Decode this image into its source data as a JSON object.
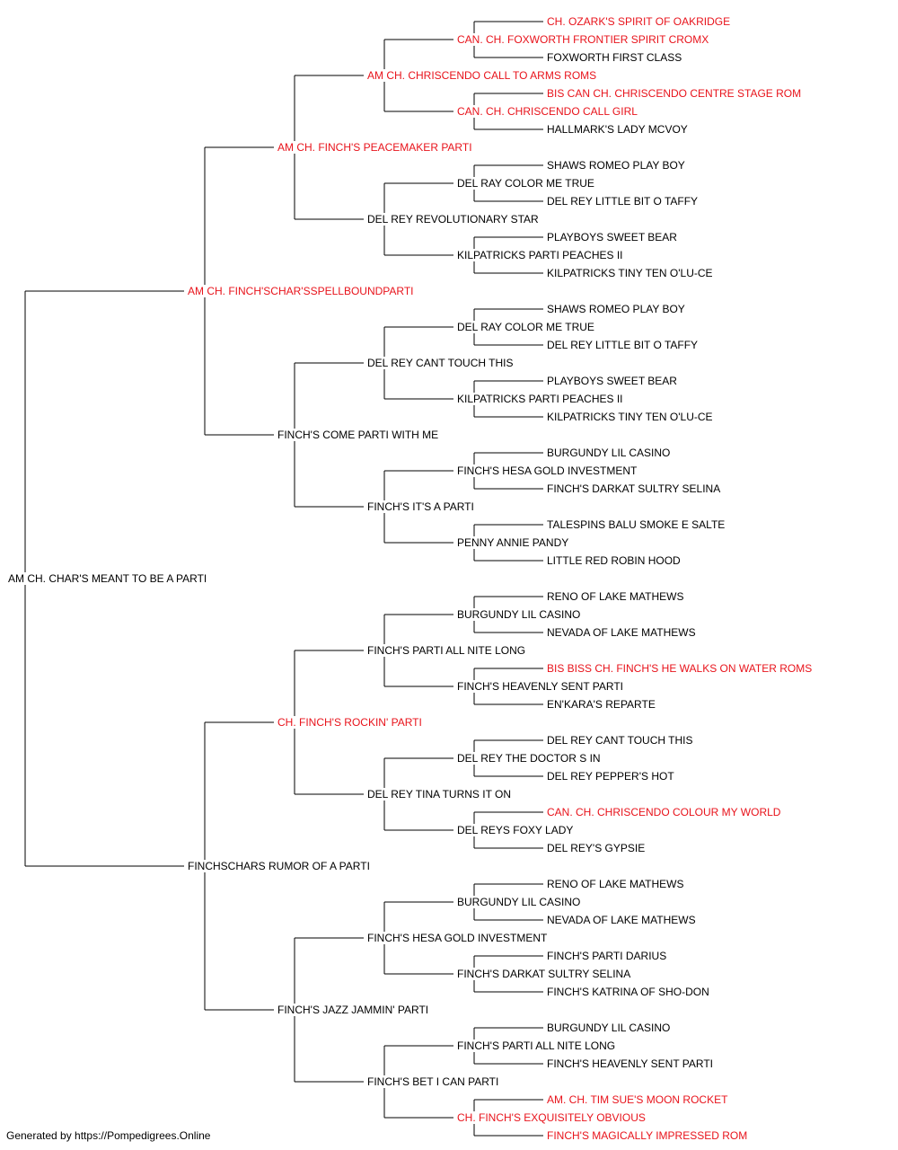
{
  "colors": {
    "champion": "#e8131b",
    "normal": "#000000",
    "lines": "#000000"
  },
  "pedigree": [
    {
      "gen": 0,
      "name": "AM CH. CHAR'S MEANT TO BE A PARTI",
      "champion": false
    },
    {
      "gen": 1,
      "name": "AM CH. FINCH'SCHAR'SSPELLBOUNDPARTI",
      "champion": true
    },
    {
      "gen": 2,
      "name": "AM CH. FINCH'S PEACEMAKER PARTI",
      "champion": true
    },
    {
      "gen": 3,
      "name": "AM CH. CHRISCENDO CALL TO ARMS ROMS",
      "champion": true
    },
    {
      "gen": 4,
      "name": "CAN. CH. FOXWORTH FRONTIER SPIRIT CROMX",
      "champion": true
    },
    {
      "gen": 5,
      "name": "CH. OZARK'S SPIRIT OF OAKRIDGE",
      "champion": true
    },
    {
      "gen": 5,
      "name": "FOXWORTH FIRST CLASS",
      "champion": false
    },
    {
      "gen": 4,
      "name": "CAN. CH. CHRISCENDO CALL GIRL",
      "champion": true
    },
    {
      "gen": 5,
      "name": "BIS CAN CH. CHRISCENDO CENTRE STAGE ROM",
      "champion": true
    },
    {
      "gen": 5,
      "name": "HALLMARK'S LADY MCVOY",
      "champion": false
    },
    {
      "gen": 3,
      "name": "DEL REY REVOLUTIONARY STAR",
      "champion": false
    },
    {
      "gen": 4,
      "name": "DEL RAY COLOR ME TRUE",
      "champion": false
    },
    {
      "gen": 5,
      "name": "SHAWS ROMEO PLAY BOY",
      "champion": false
    },
    {
      "gen": 5,
      "name": "DEL REY LITTLE BIT O TAFFY",
      "champion": false
    },
    {
      "gen": 4,
      "name": "KILPATRICKS PARTI PEACHES II",
      "champion": false
    },
    {
      "gen": 5,
      "name": "PLAYBOYS SWEET BEAR",
      "champion": false
    },
    {
      "gen": 5,
      "name": "KILPATRICKS TINY TEN O'LU-CE",
      "champion": false
    },
    {
      "gen": 2,
      "name": "FINCH'S COME PARTI WITH ME",
      "champion": false
    },
    {
      "gen": 3,
      "name": "DEL REY CANT TOUCH THIS",
      "champion": false
    },
    {
      "gen": 4,
      "name": "DEL RAY COLOR ME TRUE",
      "champion": false
    },
    {
      "gen": 5,
      "name": "SHAWS ROMEO PLAY BOY",
      "champion": false
    },
    {
      "gen": 5,
      "name": "DEL REY LITTLE BIT O TAFFY",
      "champion": false
    },
    {
      "gen": 4,
      "name": "KILPATRICKS PARTI PEACHES II",
      "champion": false
    },
    {
      "gen": 5,
      "name": "PLAYBOYS SWEET BEAR",
      "champion": false
    },
    {
      "gen": 5,
      "name": "KILPATRICKS TINY TEN O'LU-CE",
      "champion": false
    },
    {
      "gen": 3,
      "name": "FINCH'S IT'S A PARTI",
      "champion": false
    },
    {
      "gen": 4,
      "name": "FINCH'S HESA GOLD INVESTMENT",
      "champion": false
    },
    {
      "gen": 5,
      "name": "BURGUNDY LIL CASINO",
      "champion": false
    },
    {
      "gen": 5,
      "name": "FINCH'S DARKAT SULTRY SELINA",
      "champion": false
    },
    {
      "gen": 4,
      "name": "PENNY ANNIE PANDY",
      "champion": false
    },
    {
      "gen": 5,
      "name": "TALESPINS BALU SMOKE E SALTE",
      "champion": false
    },
    {
      "gen": 5,
      "name": "LITTLE RED ROBIN HOOD",
      "champion": false
    },
    {
      "gen": 1,
      "name": "FINCHSCHARS RUMOR OF A PARTI",
      "champion": false
    },
    {
      "gen": 2,
      "name": "CH. FINCH'S ROCKIN' PARTI",
      "champion": true
    },
    {
      "gen": 3,
      "name": "FINCH'S PARTI ALL NITE LONG",
      "champion": false
    },
    {
      "gen": 4,
      "name": "BURGUNDY LIL CASINO",
      "champion": false
    },
    {
      "gen": 5,
      "name": "RENO OF LAKE MATHEWS",
      "champion": false
    },
    {
      "gen": 5,
      "name": "NEVADA OF LAKE MATHEWS",
      "champion": false
    },
    {
      "gen": 4,
      "name": "FINCH'S HEAVENLY SENT PARTI",
      "champion": false
    },
    {
      "gen": 5,
      "name": "BIS BISS CH. FINCH'S HE WALKS ON WATER ROMS",
      "champion": true
    },
    {
      "gen": 5,
      "name": "EN'KARA'S REPARTE",
      "champion": false
    },
    {
      "gen": 3,
      "name": "DEL REY TINA TURNS IT ON",
      "champion": false
    },
    {
      "gen": 4,
      "name": "DEL REY THE DOCTOR S IN",
      "champion": false
    },
    {
      "gen": 5,
      "name": "DEL REY CANT TOUCH THIS",
      "champion": false
    },
    {
      "gen": 5,
      "name": "DEL REY PEPPER'S HOT",
      "champion": false
    },
    {
      "gen": 4,
      "name": "DEL REYS FOXY LADY",
      "champion": false
    },
    {
      "gen": 5,
      "name": "CAN. CH. CHRISCENDO COLOUR MY WORLD",
      "champion": true
    },
    {
      "gen": 5,
      "name": "DEL REY'S GYPSIE",
      "champion": false
    },
    {
      "gen": 2,
      "name": "FINCH'S JAZZ JAMMIN' PARTI",
      "champion": false
    },
    {
      "gen": 3,
      "name": "FINCH'S HESA GOLD INVESTMENT",
      "champion": false
    },
    {
      "gen": 4,
      "name": "BURGUNDY LIL CASINO",
      "champion": false
    },
    {
      "gen": 5,
      "name": "RENO OF LAKE MATHEWS",
      "champion": false
    },
    {
      "gen": 5,
      "name": "NEVADA OF LAKE MATHEWS",
      "champion": false
    },
    {
      "gen": 4,
      "name": "FINCH'S DARKAT SULTRY SELINA",
      "champion": false
    },
    {
      "gen": 5,
      "name": "FINCH'S PARTI DARIUS",
      "champion": false
    },
    {
      "gen": 5,
      "name": "FINCH'S KATRINA OF SHO-DON",
      "champion": false
    },
    {
      "gen": 3,
      "name": "FINCH'S BET I CAN PARTI",
      "champion": false
    },
    {
      "gen": 4,
      "name": "FINCH'S PARTI ALL NITE LONG",
      "champion": false
    },
    {
      "gen": 5,
      "name": "BURGUNDY LIL CASINO",
      "champion": false
    },
    {
      "gen": 5,
      "name": "FINCH'S HEAVENLY SENT PARTI",
      "champion": false
    },
    {
      "gen": 4,
      "name": "CH. FINCH'S EXQUISITELY OBVIOUS",
      "champion": true
    },
    {
      "gen": 5,
      "name": "AM. CH. TIM SUE'S MOON ROCKET",
      "champion": true
    },
    {
      "gen": 5,
      "name": "FINCH'S MAGICALLY IMPRESSED ROM",
      "champion": true
    }
  ],
  "footer": {
    "text": "Generated by https://Pompedigrees.Online"
  }
}
